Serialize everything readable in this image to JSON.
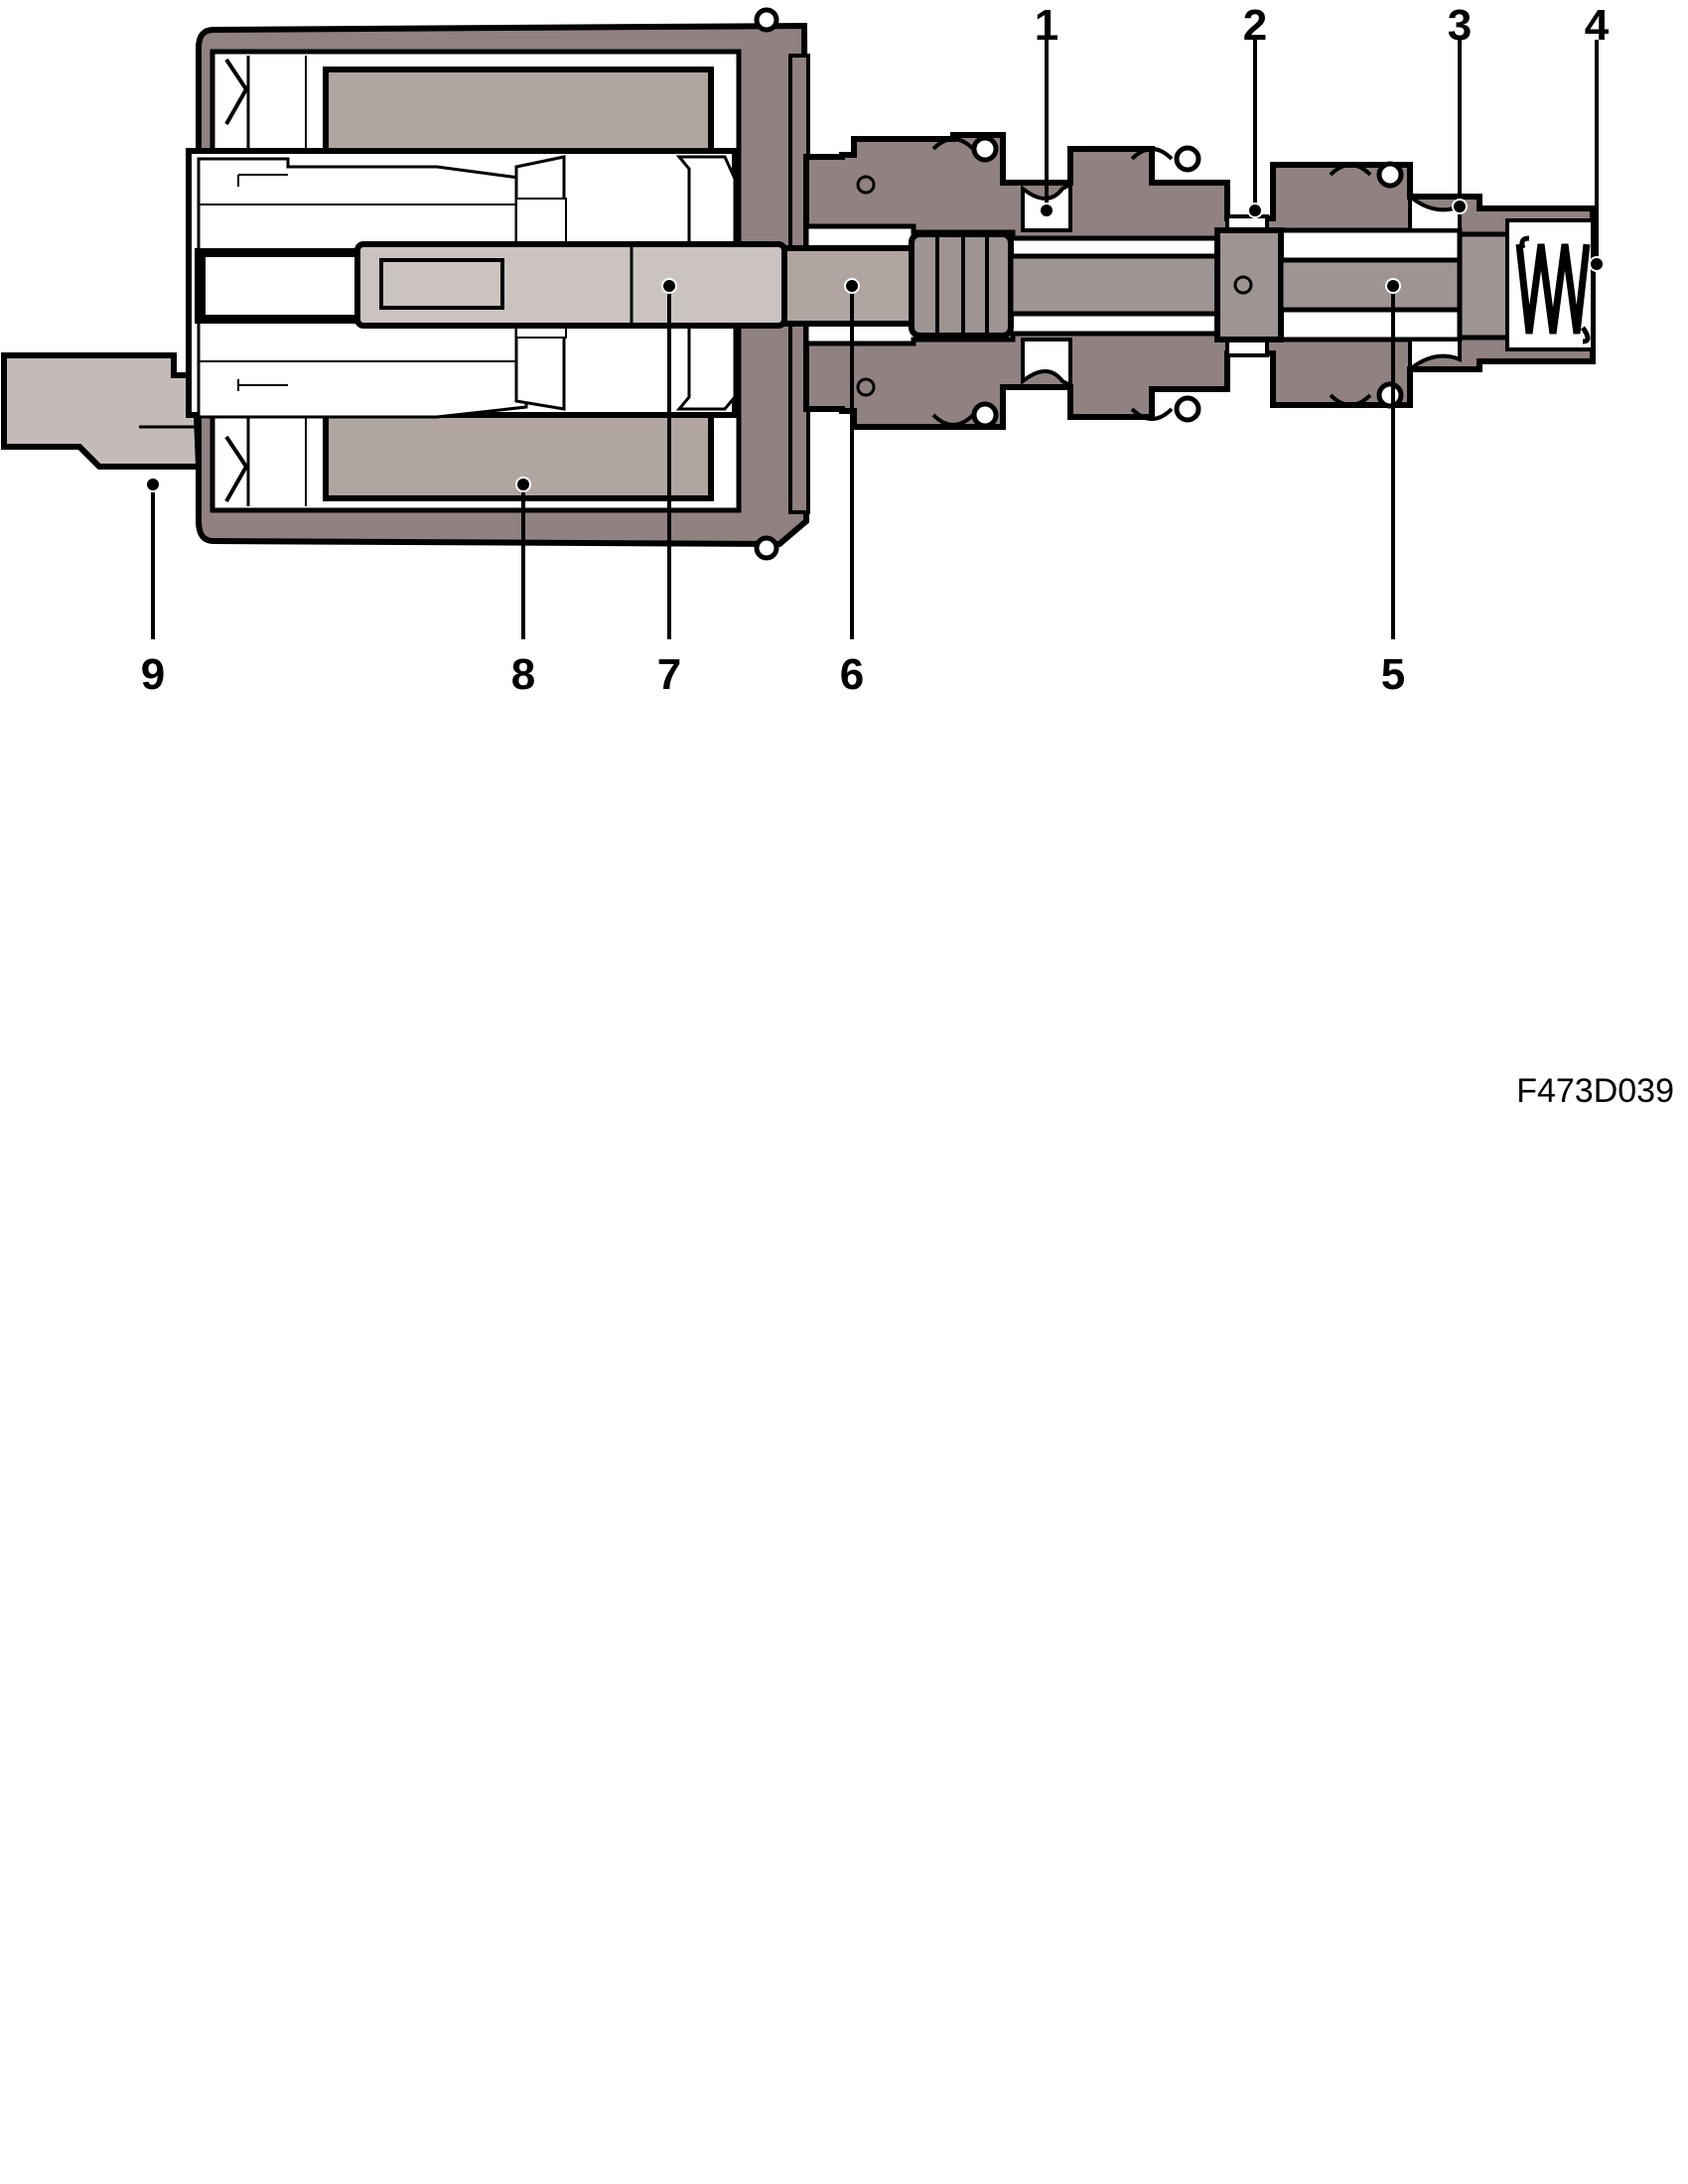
{
  "diagram": {
    "callouts": [
      {
        "id": "1",
        "label": "1"
      },
      {
        "id": "2",
        "label": "2"
      },
      {
        "id": "3",
        "label": "3"
      },
      {
        "id": "4",
        "label": "4"
      },
      {
        "id": "5",
        "label": "5"
      },
      {
        "id": "6",
        "label": "6"
      },
      {
        "id": "7",
        "label": "7"
      },
      {
        "id": "8",
        "label": "8"
      },
      {
        "id": "9",
        "label": "9"
      }
    ],
    "colors": {
      "housing": "#8f8280",
      "coil": "#b0a5a1",
      "rod": "#cbc3c0",
      "plunger": "#9e9491",
      "light": "#c4bbb8",
      "outline": "#000000"
    }
  },
  "figure_code": "F473D039"
}
